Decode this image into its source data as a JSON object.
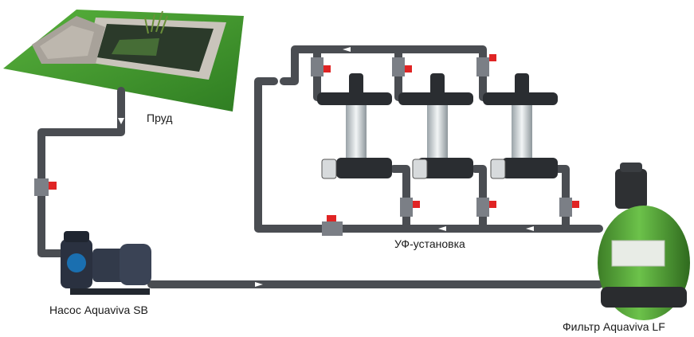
{
  "labels": {
    "pond": "Пруд",
    "uv_unit": "УФ-установка",
    "pump": "Насос Aquaviva SB",
    "filter": "Фильтр Aquaviva LF"
  },
  "colors": {
    "pipe": "#4a4d52",
    "valve_handle": "#e02424",
    "grass": "#3f9a2c",
    "water": "#2b3a2a",
    "filter_tank": "#58a83a",
    "pump_body": "#2a3140"
  }
}
